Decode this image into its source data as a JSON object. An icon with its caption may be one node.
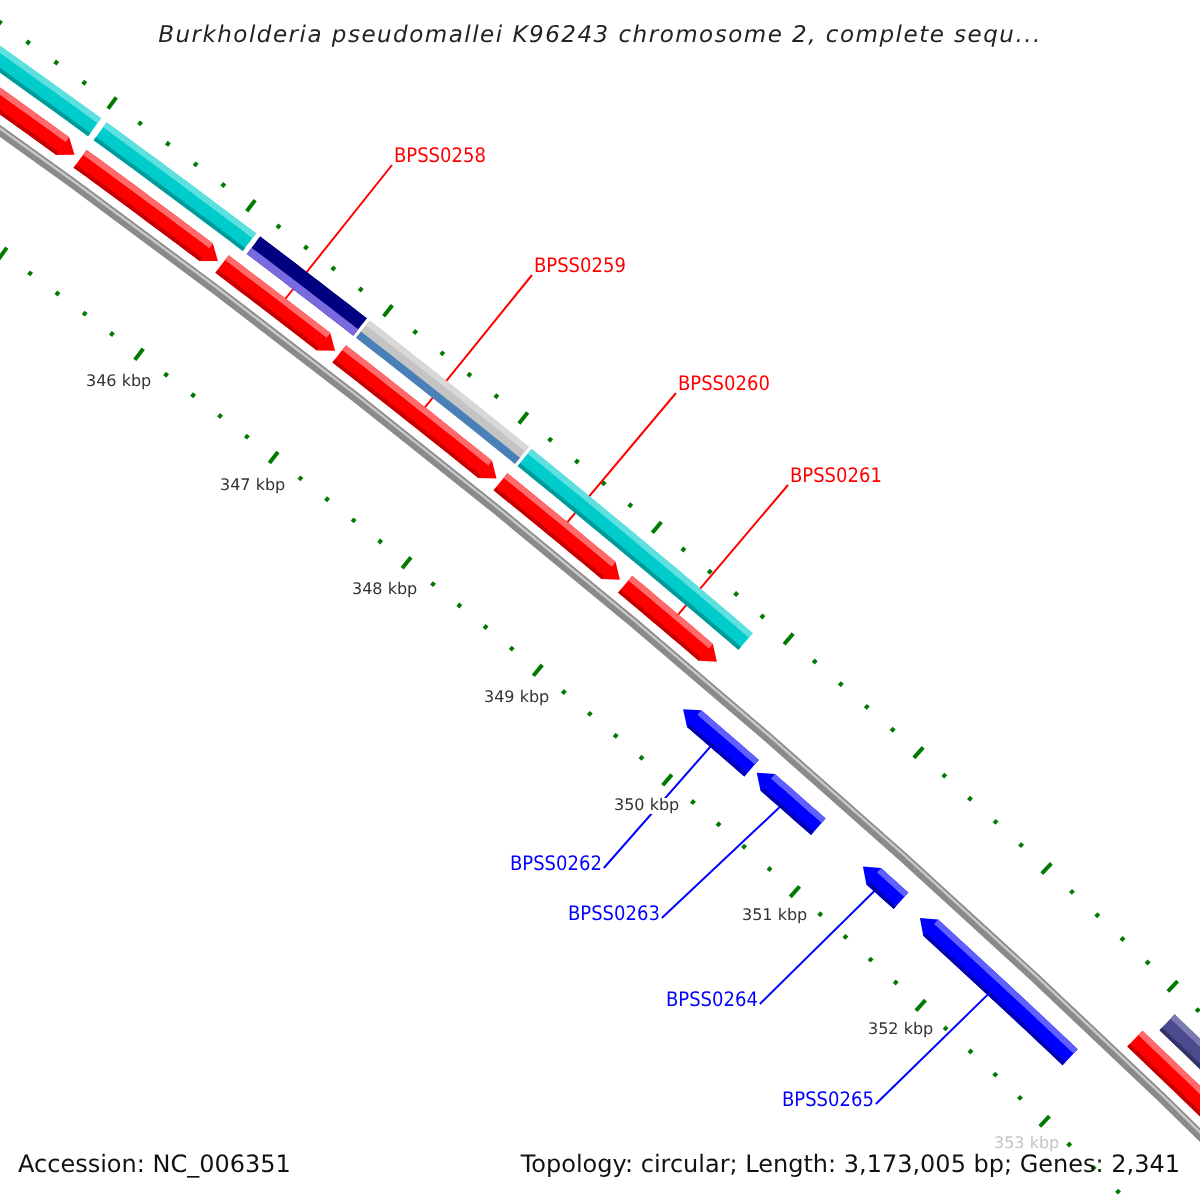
{
  "diagram": {
    "title": "Burkholderia pseudomallei K96243 chromosome 2, complete sequ...",
    "nodes": [
      {
        "text": [
          "BPSS0258"
        ]
      },
      {
        "text": [
          "BPSS0259"
        ]
      },
      {
        "text": [
          "BPSS0260"
        ]
      },
      {
        "text": [
          "BPSS0261"
        ]
      },
      {
        "text": [
          "BPSS0262"
        ]
      },
      {
        "text": [
          "BPSS0263"
        ]
      },
      {
        "text": [
          "BPSS0264"
        ]
      },
      {
        "text": [
          "BPSS0265"
        ]
      },
      {
        "text": [],
        "shape": "bar"
      },
      {
        "text": [],
        "shape": "arrow"
      },
      {
        "text": [],
        "shape": "bar"
      },
      {
        "text": [],
        "shape": "arrow"
      },
      {
        "text": [],
        "shape": "bar"
      },
      {
        "text": [],
        "shape": "arrow"
      },
      {
        "text": [],
        "shape": "bar"
      },
      {
        "text": [],
        "shape": "arrow"
      },
      {
        "text": [],
        "shape": "bar"
      },
      {
        "text": [],
        "shape": "arrow"
      },
      {
        "text": [],
        "shape": "arrow"
      },
      {
        "text": [],
        "shape": "arrow"
      },
      {
        "text": [],
        "shape": "arrow"
      },
      {
        "text": [],
        "shape": "arrow"
      },
      {
        "text": [],
        "shape": "arrow"
      },
      {
        "text": [],
        "shape": "arrow"
      },
      {
        "text": [],
        "shape": "bar"
      }
    ],
    "edges": [
      {
        "from": 0,
        "to": 13,
        "arrow": "none"
      },
      {
        "from": 1,
        "to": 15,
        "arrow": "none"
      },
      {
        "from": 2,
        "to": 17,
        "arrow": "none"
      },
      {
        "from": 3,
        "to": 18,
        "arrow": "none"
      },
      {
        "from": 4,
        "to": 19,
        "arrow": "none",
        "color": "#0000ff"
      },
      {
        "from": 5,
        "to": 20,
        "arrow": "none",
        "color": "#0000ff"
      },
      {
        "from": 6,
        "to": 21,
        "arrow": "none",
        "color": "#0000ff"
      },
      {
        "from": 7,
        "to": 22,
        "arrow": "none",
        "color": "#0000ff"
      }
    ],
    "labels": [
      "346 kbp",
      "347 kbp",
      "348 kbp",
      "349 kbp",
      "350 kbp",
      "351 kbp",
      "352 kbp",
      "353 kbp",
      "Accession: NC_006351",
      "Topology: circular; Length: 3,173,005 bp; Genes: 2,341"
    ]
  }
}
